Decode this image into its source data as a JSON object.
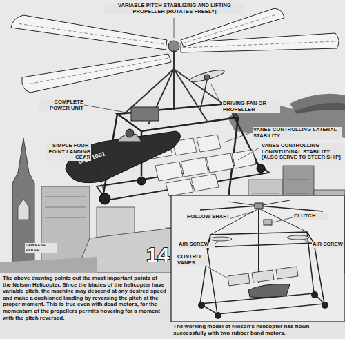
{
  "diagram": {
    "caption": "The above drawing points out the most important points of the Nelson Helicopter. Since the blades of the helicopter have variable pitch, the machine may descend at any desired speed and make a cushioned landing by reversing the pitch at the proper moment. This is true even with dead motors, for the momentum of the propellers permits hovering for a moment with the pitch reversed.",
    "labels": [
      "VARIABLE PITCH STABILIZING AND LIFTING PROPELLER [ROTATES FREELY]",
      "DRIVING FAN OR PROPELLER",
      "COMPLETE POWER UNIT",
      "VANES CONTROLLING LATERAL STABILITY",
      "VANES CONTROLLING LONGITUDINAL STABILITY [ALSO SERVE TO STEER SHIP]",
      "SIMPLE FOUR-POINT LANDING GEAR",
      "DeWEESE ROLFE",
      "U.S. 1001",
      "14",
      "HOLLOW SHAFT",
      "CLUTCH",
      "AIR SCREW",
      "AIR SCREW",
      "CONTROL VANES",
      "The working model of Nelson's helicopter has flown successfully with two rubber band motors."
    ]
  }
}
